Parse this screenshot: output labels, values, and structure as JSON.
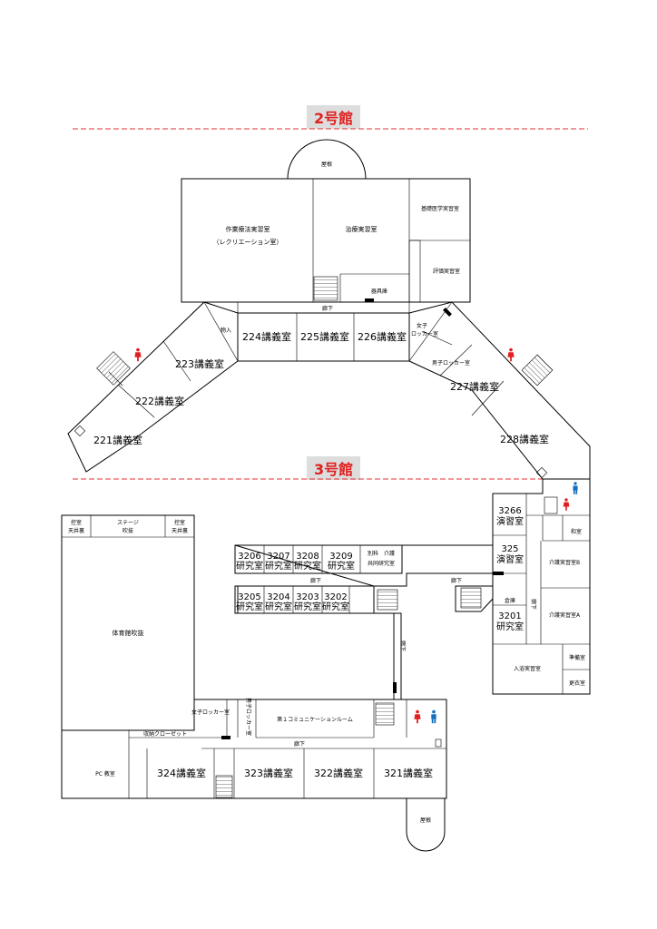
{
  "building2": {
    "title": "2号館",
    "rooms": {
      "roof": "屋根",
      "ot": "作業療法実習室",
      "ot_sub": "（レクリエーション室）",
      "treat": "治療実習室",
      "basic": "基礎医学実習室",
      "eval": "評価実習室",
      "storage": "器具庫",
      "corridor": "廊下",
      "store": "物入",
      "r224": "224講義室",
      "r225": "225講義室",
      "r226": "226講義室",
      "r223": "223講義室",
      "r222": "222講義室",
      "r221": "221講義室",
      "f_locker1": "女子",
      "f_locker2": "ロッカー室",
      "m_locker": "男子ロッカー室",
      "r227": "227講義室",
      "r228": "228講義室"
    }
  },
  "building3": {
    "title": "3号館",
    "rooms": {
      "ctrl_l1": "控室",
      "ctrl_l2": "天井裏",
      "stage1": "ステージ",
      "stage2": "吹抜",
      "ctrl_r1": "控室",
      "ctrl_r2": "天井裏",
      "gym": "体育館吹抜",
      "r3206a": "3206",
      "r3206b": "研究室",
      "r3207a": "3207",
      "r3207b": "研究室",
      "r3208a": "3208",
      "r3208b": "研究室",
      "r3209a": "3209",
      "r3209b": "研究室",
      "joint1": "別科　介護",
      "joint2": "共同研究室",
      "corridor": "廊下",
      "r3205a": "3205",
      "r3205b": "研究室",
      "r3204a": "3204",
      "r3204b": "研究室",
      "r3203a": "3203",
      "r3203b": "研究室",
      "r3202a": "3202",
      "r3202b": "研究室",
      "r3266a": "3266",
      "r3266b": "演習室",
      "r325a": "325",
      "r325b": "演習室",
      "washitsu": "和室",
      "careB": "介護実習室B",
      "careA": "介護実習室A",
      "kura": "倉庫",
      "r3201a": "3201",
      "r3201b": "研究室",
      "bath": "入浴実習室",
      "prep": "準備室",
      "changing": "更衣室",
      "f_locker": "女子ロッカー室",
      "m_locker": "男子ロッカー室",
      "comm": "第１コミュニケーションルーム",
      "closet": "収納クローゼット",
      "pc": "PC 教室",
      "r324": "324講義室",
      "r323": "323講義室",
      "r322": "322講義室",
      "r321": "321講義室",
      "roof": "屋根"
    }
  },
  "colors": {
    "female": "#e02020",
    "male": "#1070c0",
    "title": "#e02020"
  },
  "icons": [
    "stairs-icon",
    "female-restroom-icon",
    "male-restroom-icon"
  ]
}
